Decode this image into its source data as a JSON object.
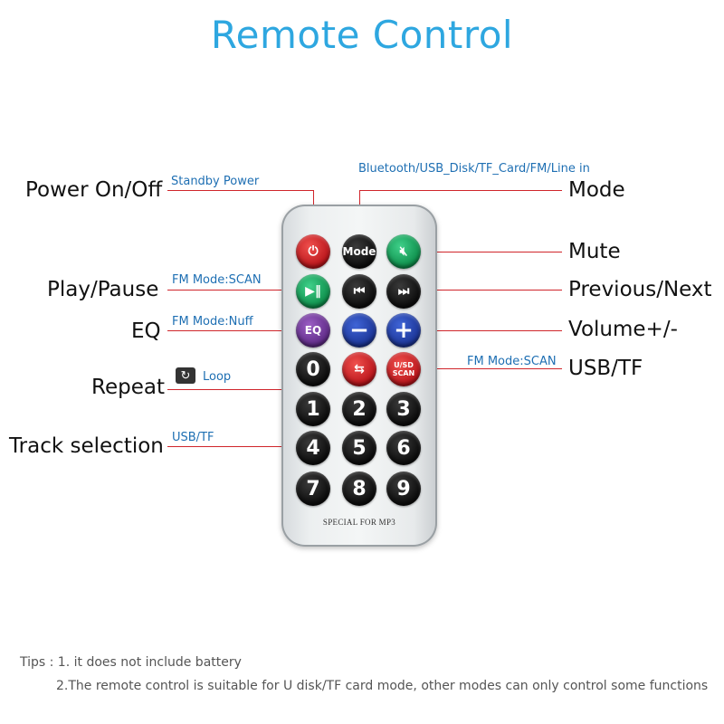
{
  "title": "Remote Control",
  "left_labels": {
    "power": "Power On/Off",
    "play_pause": "Play/Pause",
    "eq": "EQ",
    "repeat": "Repeat",
    "track": "Track selection"
  },
  "right_labels": {
    "mode": "Mode",
    "mute": "Mute",
    "prev_next": "Previous/Next",
    "volume": "Volume+/-",
    "usb_tf": "USB/TF"
  },
  "notes": {
    "standby": "Standby Power",
    "modes": "Bluetooth/USB_Disk/TF_Card/FM/Line in",
    "fm_scan_left": "FM Mode:SCAN",
    "fm_nuff": "FM Mode:Nuff",
    "loop": "Loop",
    "usb_tf_small": "USB/TF",
    "fm_scan_right": "FM Mode:SCAN"
  },
  "remote": {
    "mode_btn": "Mode",
    "eq_btn": "EQ",
    "usb_scan_1": "U/SD",
    "usb_scan_2": "SCAN",
    "digits": [
      "0",
      "1",
      "2",
      "3",
      "4",
      "5",
      "6",
      "7",
      "8",
      "9"
    ],
    "footer": "SPECIAL FOR MP3",
    "icons": [
      "power-icon",
      "mute-icon",
      "play-pause-icon",
      "previous-icon",
      "next-icon",
      "minus-icon",
      "plus-icon",
      "repeat-icon"
    ]
  },
  "tips": {
    "line1": "Tips : 1. it does not include battery",
    "line2": "2.The remote control is suitable for U disk/TF card mode, other modes can only control some functions"
  },
  "colors": {
    "title": "#2ea7e0",
    "lines": "#d0252b",
    "notes": "#1e6fb3"
  }
}
